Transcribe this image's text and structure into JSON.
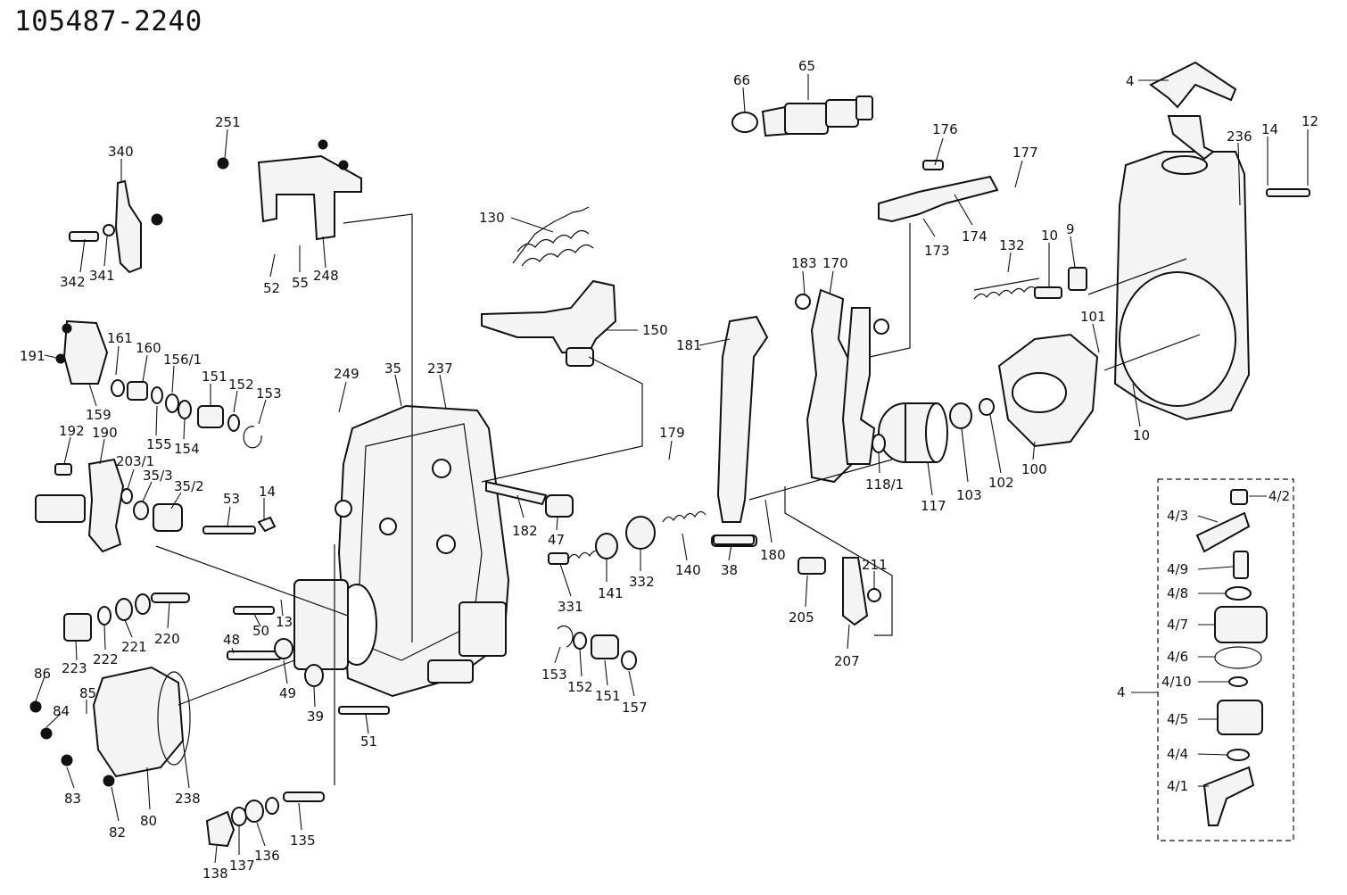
{
  "title": "105487-2240",
  "labels": [
    "66",
    "65",
    "4",
    "236",
    "14",
    "12",
    "176",
    "177",
    "251",
    "340",
    "130",
    "174",
    "173",
    "132",
    "10",
    "9",
    "342",
    "341",
    "52",
    "55",
    "248",
    "183",
    "170",
    "150",
    "181",
    "101",
    "191",
    "161",
    "160",
    "156/1",
    "249",
    "35",
    "237",
    "151",
    "152",
    "153",
    "159",
    "155",
    "154",
    "100",
    "192",
    "190",
    "203/1",
    "35/3",
    "35/2",
    "53",
    "14",
    "179",
    "182",
    "47",
    "118/1",
    "117",
    "103",
    "102",
    "10",
    "211",
    "38",
    "180",
    "331",
    "141",
    "332",
    "140",
    "205",
    "207",
    "223",
    "222",
    "221",
    "220",
    "48",
    "50",
    "13",
    "86",
    "85",
    "84",
    "49",
    "39",
    "153",
    "152",
    "151",
    "157",
    "51",
    "83",
    "82",
    "80",
    "238",
    "138",
    "137",
    "136",
    "135",
    "4/2",
    "4/3",
    "4/9",
    "4/8",
    "4/7",
    "4/6",
    "4/10",
    "4/5",
    "4/4",
    "4/1",
    "4"
  ]
}
